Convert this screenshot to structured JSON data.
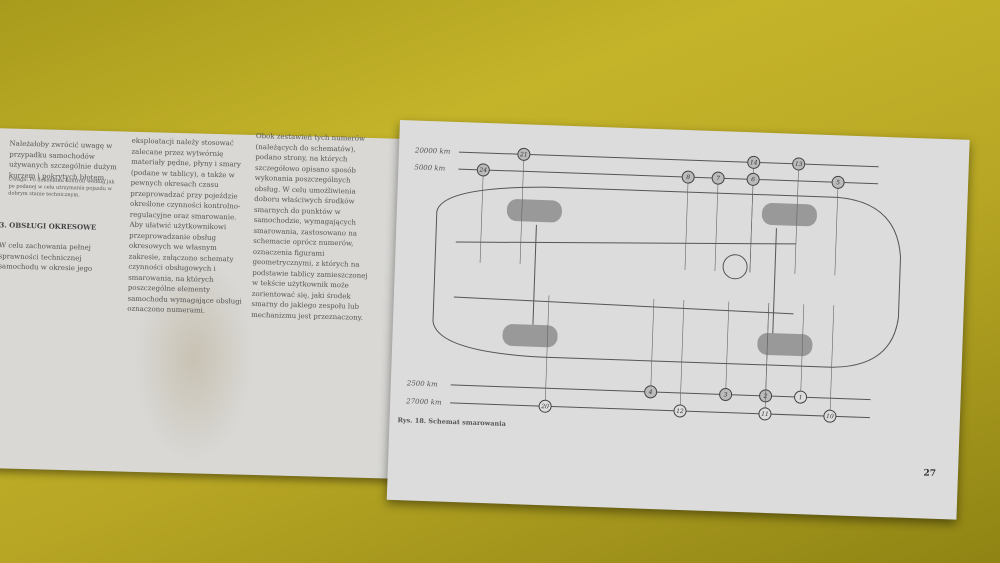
{
  "left_page": {
    "col1_intro": "Należałoby zwrócić uwagę w przypadku samochodów używanych szczególnie dużym kurzem i pokrytych błotem.",
    "col1_note": "Uwaga: Po dokonaniu kontroli według jak po podanej w celu utrzymania pojazdu w dobrym stanie technicznym.",
    "section_heading": "3. OBSŁUGI OKRESOWE",
    "col1_text": "W celu zachowania pełnej sprawności technicznej samochodu w okresie jego",
    "col2_text": "eksploatacji należy stosować zalecane przez wytwórnię materiały pędne, płyny i smary (podane w tablicy), a także w pewnych okresach czasu przeprowadzać przy pojeździe określone czynności kontrolno-regulacyjne oraz smarowanie.\nAby ułatwić użytkownikowi przeprowadzanie obsług okresowych we własnym zakresie, załączono schematy czynności obsługowych i smarowania, na których poszczególne elementy samochodu wymagające obsługi oznaczono numerami."
  },
  "right_page": {
    "paragraph": "Obok zestawień tych numerów (należących do schematów), podano strony, na których szczegółowo opisano sposób wykonania poszczególnych obsług. W celu umożliwienia doboru właściwych środków smarnych do punktów w samochodzie, wymagających smarowania, zastosowano na schemacie oprócz numerów, oznaczenia figurami geometrycznymi, z których na podstawie tablicy zamieszczonej w tekście użytkownik może zorientować się, jaki środek smarny do jakiego zespołu lub mechanizmu jest przeznaczony.",
    "diagram": {
      "top_labels": [
        "20000 km",
        "5000 km"
      ],
      "bottom_labels": [
        "2500 km",
        "27000 km"
      ],
      "top_markers": [
        "21",
        "14",
        "13"
      ],
      "second_markers": [
        "24",
        "8",
        "7",
        "6",
        "5"
      ],
      "third_markers": [
        "4",
        "3",
        "2",
        "1"
      ],
      "bottom_markers": [
        "20",
        "12",
        "11",
        "10"
      ]
    },
    "caption": "Rys. 18. Schemat smarowania",
    "page_number": "27"
  },
  "colors": {
    "background": "#b7a624",
    "paper": "#dcdcdc",
    "ink": "#444444"
  }
}
